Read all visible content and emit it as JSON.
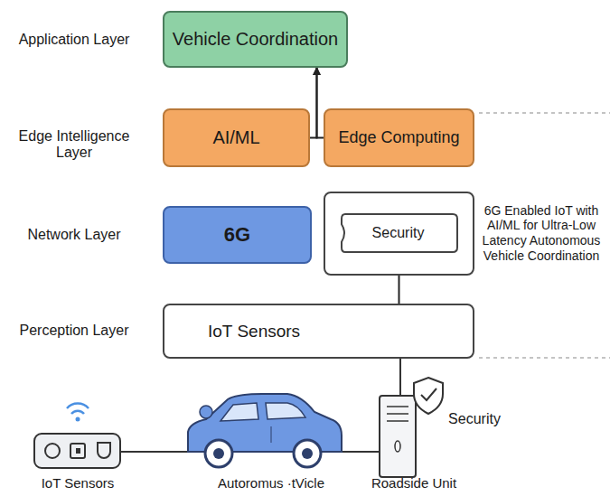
{
  "diagram": {
    "nodes": [
      {
        "text": [
          "Vehicle Coordination"
        ]
      },
      {
        "text": [
          "AI/ML"
        ]
      },
      {
        "text": [
          "Edge Computing"
        ]
      },
      {
        "text": [
          "6G"
        ]
      },
      {
        "text": [
          "6G Enabled IoT with AI/ML for Ultra-Low Latency Autonomous Vehicle Coordination"
        ]
      },
      {
        "text": [
          "Security"
        ],
        "in": 4
      },
      {
        "text": [
          "IoT Sensors"
        ]
      }
    ],
    "edges": [
      {
        "from": 1,
        "to": 0,
        "arrow": "to"
      },
      {
        "from": 2,
        "to": 0,
        "arrow": "to"
      },
      {
        "from": 4,
        "to": 6,
        "arrow": "none"
      }
    ],
    "labels": [
      "Application Layer",
      "Edge Intelligence Layer",
      "Network Layer",
      "Perception Layer",
      "Security",
      "IoT Sensors",
      "Autoromus ·tVicle",
      "Roadside Unit"
    ]
  }
}
